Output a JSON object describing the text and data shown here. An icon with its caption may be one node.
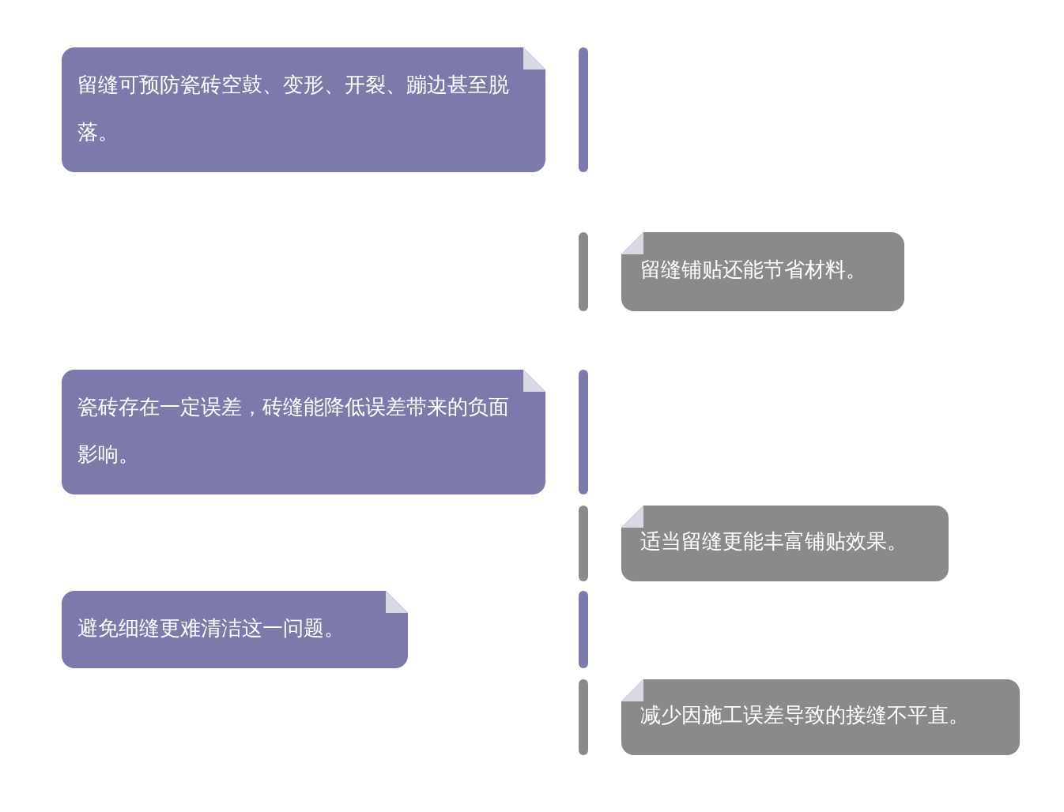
{
  "diagram": {
    "nodes": [
      {
        "text": [
          "留缝可预防瓷砖空鼓、变形、开裂、蹦边甚至脱落。"
        ]
      },
      {
        "text": [
          "留缝铺贴还能节省材料。"
        ]
      },
      {
        "text": [
          "瓷砖存在一定误差，砖缝能降低误差带来的负面影响。"
        ]
      },
      {
        "text": [
          "适当留缝更能丰富铺贴效果。"
        ]
      },
      {
        "text": [
          "避免细缝更难清洁这一问题。"
        ]
      },
      {
        "text": [
          "减少因施工误差导致的接缝不平直。"
        ]
      }
    ]
  }
}
